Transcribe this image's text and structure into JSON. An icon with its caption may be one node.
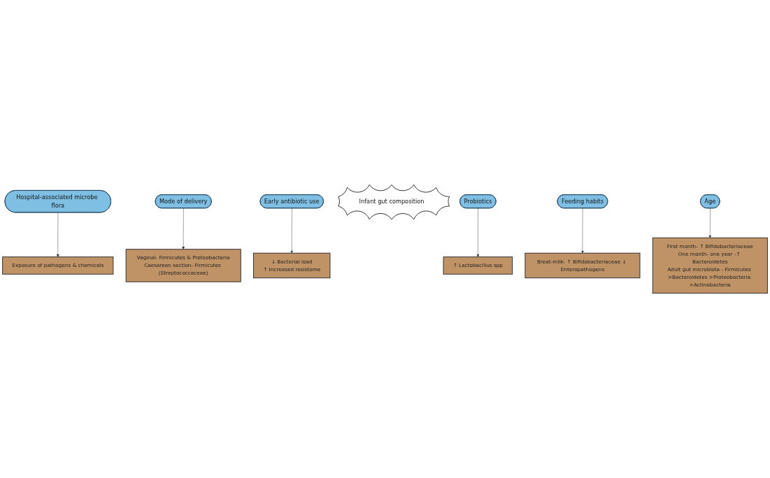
{
  "diagram": {
    "nodes": [
      {
        "text": [
          "Hospital-associated microbe flora"
        ]
      },
      {
        "text": [
          "Exposure of pathogens & chemicals"
        ]
      },
      {
        "text": [
          "Mode of delivery"
        ]
      },
      {
        "text": [
          "Vaginal- Firmicutes & Proteobacteria",
          "Caesarean section- Firmicutes (Streptococcaceae)"
        ]
      },
      {
        "text": [
          "Early antibiotic use"
        ]
      },
      {
        "text": [
          "↓ Bacterial load",
          "↑ Increased resistome"
        ]
      },
      {
        "text": [
          "Infant gut composition"
        ]
      },
      {
        "text": [
          "Probiotics"
        ]
      },
      {
        "text": [
          "↑ Lactobacillus spp"
        ]
      },
      {
        "text": [
          "Feeding habits"
        ]
      },
      {
        "text": [
          "Breat-milk- ↑ Bifidobacteriaceae ↓ Enteropathogens"
        ]
      },
      {
        "text": [
          "First month- ↑ Bifidobacteriaceae",
          "One month- one year -↑ Bacteroidetes",
          "Adult gut microbiota - Firmicutes >Bacteroidetes >Proteobacteria >Actinobacteria"
        ]
      },
      {
        "text": [
          "Age"
        ]
      }
    ],
    "edges": [
      {
        "from": 0,
        "to": 1,
        "arrow": "to"
      },
      {
        "from": 2,
        "to": 3,
        "arrow": "to"
      },
      {
        "from": 4,
        "to": 5,
        "arrow": "to"
      },
      {
        "from": 7,
        "to": 8,
        "arrow": "to"
      },
      {
        "from": 9,
        "to": 10,
        "arrow": "to"
      },
      {
        "from": 12,
        "to": 11,
        "arrow": "to"
      }
    ]
  }
}
